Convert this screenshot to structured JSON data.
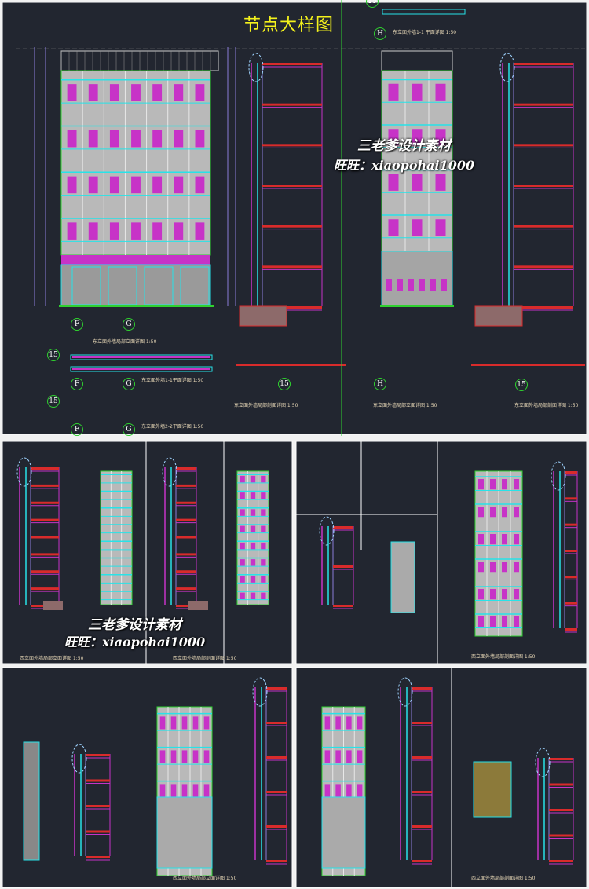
{
  "title": "节点大样图",
  "watermark": {
    "line1": "三老爹设计素材",
    "line2": "旺旺：xiaopohai1000"
  },
  "labels": {
    "elevation": "东立面外墙局部立面详图 1:50",
    "plan_1_1": "东立面外墙1-1平面详图 1:50",
    "plan_2_2": "东立面外墙2-2平面详图 1:50",
    "section": "东立面外墙局部剖面详图 1:50",
    "plan_top": "东立面外墙1-1 平面详图 1:50",
    "elevation_small": "西立面外墙局部立面详图 1:50",
    "section_small": "西立面外墙局部剖面详图 1:50"
  },
  "grid": {
    "f": "F",
    "g": "G",
    "h": "H",
    "n15": "15"
  },
  "colors": {
    "background": "#222630",
    "panel": "#b9b9b9",
    "cyan": "#27e3e8",
    "magenta": "#c733c7",
    "red": "#d92b2b",
    "green": "#2fd12f",
    "accent_title": "#f4f21c"
  }
}
